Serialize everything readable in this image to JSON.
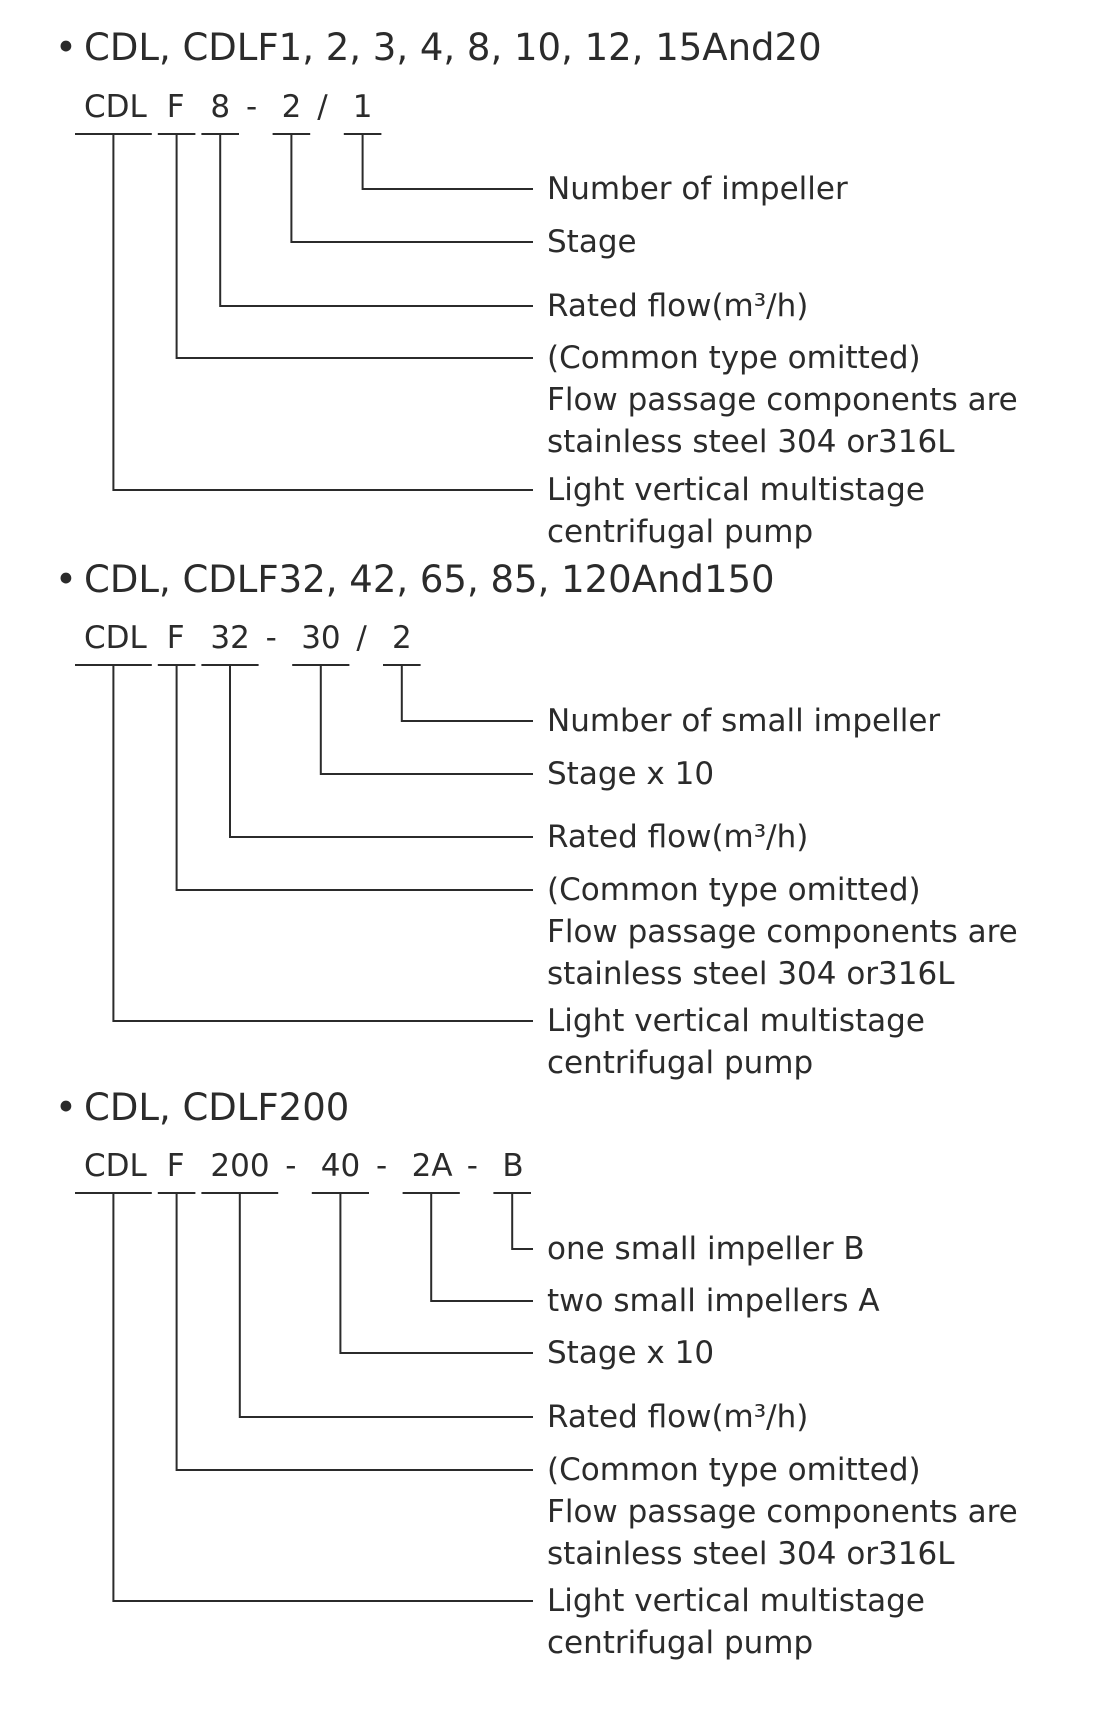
{
  "sections": [
    {
      "heading": "CDL, CDLF1, 2, 3, 4, 8, 10, 12, 15And20",
      "code": [
        {
          "text": "CDL",
          "type": "part"
        },
        {
          "text": "F",
          "type": "part"
        },
        {
          "text": "8",
          "type": "part"
        },
        {
          "text": "-",
          "type": "sep"
        },
        {
          "text": "2",
          "type": "part"
        },
        {
          "text": "/",
          "type": "sep"
        },
        {
          "text": "1",
          "type": "part"
        }
      ],
      "labels": [
        {
          "part": 6,
          "lines": [
            "Number of impeller"
          ]
        },
        {
          "part": 4,
          "lines": [
            "Stage"
          ]
        },
        {
          "part": 2,
          "lines": [
            "Rated flow(m³/h)"
          ]
        },
        {
          "part": 1,
          "lines": [
            "(Common type omitted)",
            "Flow passage components are",
            "stainless steel 304 or316L"
          ]
        },
        {
          "part": 0,
          "lines": [
            "Light vertical multistage",
            "centrifugal pump"
          ]
        }
      ]
    },
    {
      "heading": "CDL, CDLF32, 42, 65, 85, 120And150",
      "code": [
        {
          "text": "CDL",
          "type": "part"
        },
        {
          "text": "F",
          "type": "part"
        },
        {
          "text": "32",
          "type": "part"
        },
        {
          "text": "-",
          "type": "sep"
        },
        {
          "text": "30",
          "type": "part"
        },
        {
          "text": "/",
          "type": "sep"
        },
        {
          "text": "2",
          "type": "part"
        }
      ],
      "labels": [
        {
          "part": 6,
          "lines": [
            "Number of small impeller"
          ]
        },
        {
          "part": 4,
          "lines": [
            "Stage x 10"
          ]
        },
        {
          "part": 2,
          "lines": [
            "Rated flow(m³/h)"
          ]
        },
        {
          "part": 1,
          "lines": [
            "(Common type omitted)",
            "Flow passage components are",
            "stainless steel 304 or316L"
          ]
        },
        {
          "part": 0,
          "lines": [
            "Light vertical multistage",
            "centrifugal pump"
          ]
        }
      ]
    },
    {
      "heading": "CDL, CDLF200",
      "code": [
        {
          "text": "CDL",
          "type": "part"
        },
        {
          "text": "F",
          "type": "part"
        },
        {
          "text": "200",
          "type": "part"
        },
        {
          "text": "-",
          "type": "sep"
        },
        {
          "text": "40",
          "type": "part"
        },
        {
          "text": "-",
          "type": "sep"
        },
        {
          "text": "2A",
          "type": "part"
        },
        {
          "text": "-",
          "type": "sep"
        },
        {
          "text": "B",
          "type": "part"
        }
      ],
      "labels": [
        {
          "part": 8,
          "lines": [
            "one small impeller B"
          ]
        },
        {
          "part": 6,
          "lines": [
            "two small impellers A"
          ]
        },
        {
          "part": 4,
          "lines": [
            "Stage x 10"
          ]
        },
        {
          "part": 2,
          "lines": [
            "Rated flow(m³/h)"
          ]
        },
        {
          "part": 1,
          "lines": [
            "(Common type omitted)",
            "Flow passage components are",
            "stainless steel 304 or316L"
          ]
        },
        {
          "part": 0,
          "lines": [
            "Light vertical multistage",
            "centrifugal pump"
          ]
        }
      ]
    }
  ],
  "colors": {
    "text": "#2b2b2b",
    "lines": "#2b2b2b",
    "background": "#ffffff"
  }
}
